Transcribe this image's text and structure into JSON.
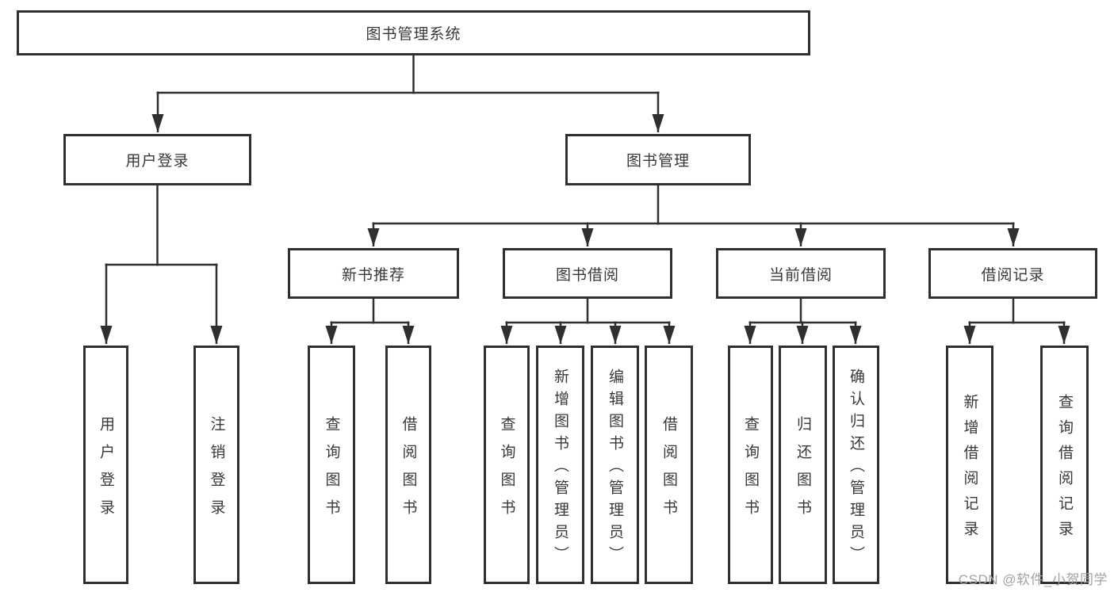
{
  "diagram": {
    "root": {
      "label": "图书管理系统"
    },
    "level1": [
      {
        "label": "用户登录",
        "children": [
          {
            "label": "用户登录"
          },
          {
            "label": "注销登录"
          }
        ]
      },
      {
        "label": "图书管理",
        "children": [
          {
            "label": "新书推荐",
            "children": [
              {
                "label": "查询图书"
              },
              {
                "label": "借阅图书"
              }
            ]
          },
          {
            "label": "图书借阅",
            "children": [
              {
                "label": "查询图书"
              },
              {
                "label": "新增图书（管理员）"
              },
              {
                "label": "编辑图书（管理员）"
              },
              {
                "label": "借阅图书"
              }
            ]
          },
          {
            "label": "当前借阅",
            "children": [
              {
                "label": "查询图书"
              },
              {
                "label": "归还图书"
              },
              {
                "label": "确认归还（管理员）"
              }
            ]
          },
          {
            "label": "借阅记录",
            "children": [
              {
                "label": "新增借阅记录"
              },
              {
                "label": "查询借阅记录"
              }
            ]
          }
        ]
      }
    ]
  },
  "watermark": {
    "text": "CSDN @软件_小贺同学"
  },
  "colors": {
    "line": "#2f2f2f",
    "box_border": "#2f2f2f",
    "box_background": "#ffffff",
    "text": "#38383a",
    "watermark": "#a2a2a2",
    "background": "#ffffff"
  }
}
